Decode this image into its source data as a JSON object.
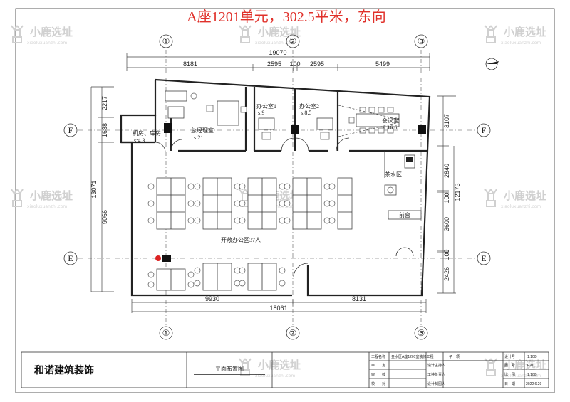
{
  "title": "A座1201单元，302.5平米，东向",
  "watermark": {
    "name": "小鹿选址",
    "domain": "xiaoluxuanzhi.com"
  },
  "axes": {
    "a1": "①",
    "a2": "②",
    "a3": "③",
    "aF": "F",
    "aE": "E"
  },
  "dimensions": {
    "top_total": "19070",
    "top_segments": [
      "8181",
      "2595",
      "100",
      "2595",
      "5499"
    ],
    "bottom_total": "18061",
    "bottom_segments": [
      "9930",
      "8131"
    ],
    "left_top": "2217",
    "left_mid": "1688",
    "left_total": "13071",
    "left_bottom": "9066",
    "right_top": "3107",
    "right_a": "2840",
    "right_b": "100",
    "right_c": "3600",
    "right_d": "100",
    "right_e": "2426",
    "right_total": "12173"
  },
  "rooms": {
    "machine_name": "机房、库房",
    "machine_area": "s:4.3",
    "gm_name": "总经理室",
    "gm_area": "s:21",
    "office1_name": "办公室1",
    "office1_area": "s:9",
    "office2_name": "办公室2",
    "office2_area": "s:8.5",
    "meeting_name": "会议室",
    "meeting_area": "s:16.6",
    "tea_name": "茶水区",
    "reception_name": "前台",
    "open_office": "开敞办公区37人"
  },
  "title_block": {
    "company": "和诺建筑装饰",
    "drawing_name": "平面布置图",
    "label_project": "工程名称",
    "project_value": "金水区A座1201室装修工程",
    "label_review": "审　　定",
    "label_check": "审　　核",
    "label_verify": "校　　对",
    "label_chief": "设计主持人",
    "label_lead": "工种负责人",
    "label_draw": "设计制图人",
    "label_floor": "子　项",
    "label_design": "设计号",
    "design_value": "1:100",
    "label_sheet": "图　号",
    "sheet_value": "P-01",
    "label_scale": "比　例",
    "scale_value": "1:100",
    "label_date": "日　期",
    "date_value": "2022.6.29"
  }
}
